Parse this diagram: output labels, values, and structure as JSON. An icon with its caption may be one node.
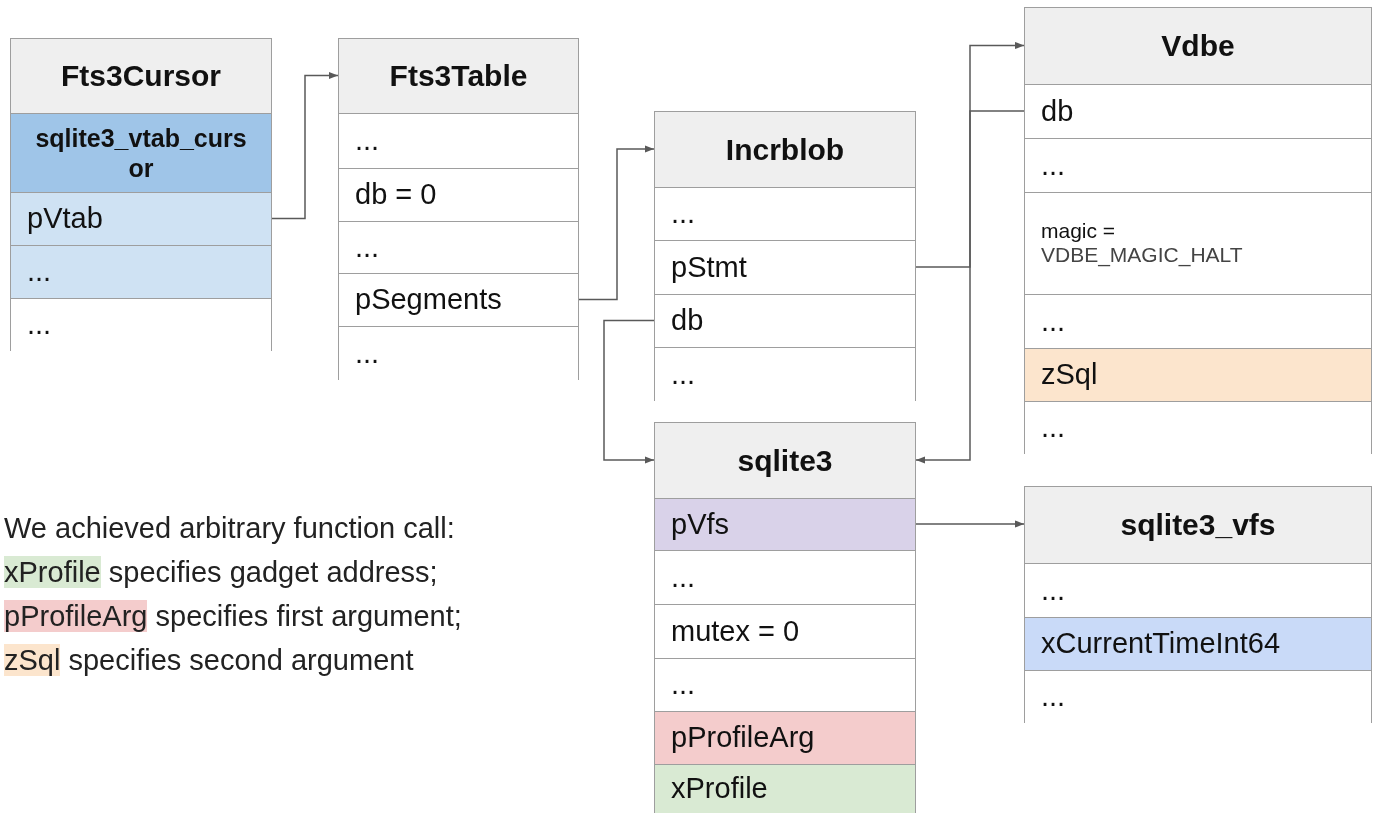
{
  "diagram": {
    "nodes": [
      {
        "text": [
          "Fts3Cursor"
        ]
      },
      {
        "text": [
          "sqlite3_vtab_cursor"
        ],
        "in": 0
      },
      {
        "text": [
          "pVtab"
        ],
        "in": 0
      },
      {
        "text": [
          "..."
        ],
        "in": 0
      },
      {
        "text": [
          "..."
        ],
        "in": 0
      },
      {
        "text": [
          "Fts3Table"
        ]
      },
      {
        "text": [
          "..."
        ],
        "in": 5
      },
      {
        "text": [
          "db = 0"
        ],
        "in": 5
      },
      {
        "text": [
          "..."
        ],
        "in": 5
      },
      {
        "text": [
          "pSegments"
        ],
        "in": 5
      },
      {
        "text": [
          "..."
        ],
        "in": 5
      },
      {
        "text": [
          "Incrblob"
        ]
      },
      {
        "text": [
          "..."
        ],
        "in": 11
      },
      {
        "text": [
          "pStmt"
        ],
        "in": 11
      },
      {
        "text": [
          "db"
        ],
        "in": 11
      },
      {
        "text": [
          "..."
        ],
        "in": 11
      },
      {
        "text": [
          "Vdbe"
        ]
      },
      {
        "text": [
          "db"
        ],
        "in": 16
      },
      {
        "text": [
          "..."
        ],
        "in": 16
      },
      {
        "text": [
          "magic =",
          "VDBE_MAGIC_HALT"
        ],
        "in": 16
      },
      {
        "text": [
          "..."
        ],
        "in": 16
      },
      {
        "text": [
          "zSql"
        ],
        "in": 16
      },
      {
        "text": [
          "..."
        ],
        "in": 16
      },
      {
        "text": [
          "sqlite3"
        ]
      },
      {
        "text": [
          "pVfs"
        ],
        "in": 23
      },
      {
        "text": [
          "..."
        ],
        "in": 23
      },
      {
        "text": [
          "mutex = 0"
        ],
        "in": 23
      },
      {
        "text": [
          "..."
        ],
        "in": 23
      },
      {
        "text": [
          "pProfileArg"
        ],
        "in": 23
      },
      {
        "text": [
          "xProfile"
        ],
        "in": 23
      },
      {
        "text": [
          "sqlite3_vfs"
        ]
      },
      {
        "text": [
          "..."
        ],
        "in": 30
      },
      {
        "text": [
          "xCurrentTimeInt64"
        ],
        "in": 30
      },
      {
        "text": [
          "..."
        ],
        "in": 30
      }
    ],
    "edges": [
      {
        "from": 2,
        "to": 5,
        "arrow": "to"
      },
      {
        "from": 9,
        "to": 11,
        "arrow": "to"
      },
      {
        "from": 13,
        "to": 16,
        "arrow": "to"
      },
      {
        "from": 14,
        "to": 23,
        "arrow": "to"
      },
      {
        "from": 17,
        "to": 23,
        "arrow": "to"
      },
      {
        "from": 24,
        "to": 30,
        "arrow": "to"
      }
    ],
    "labels": [
      "We achieved arbitrary function call:",
      "xProfile specifies gadget address;",
      "pProfileArg specifies first argument;",
      "zSql specifies second argument"
    ]
  }
}
